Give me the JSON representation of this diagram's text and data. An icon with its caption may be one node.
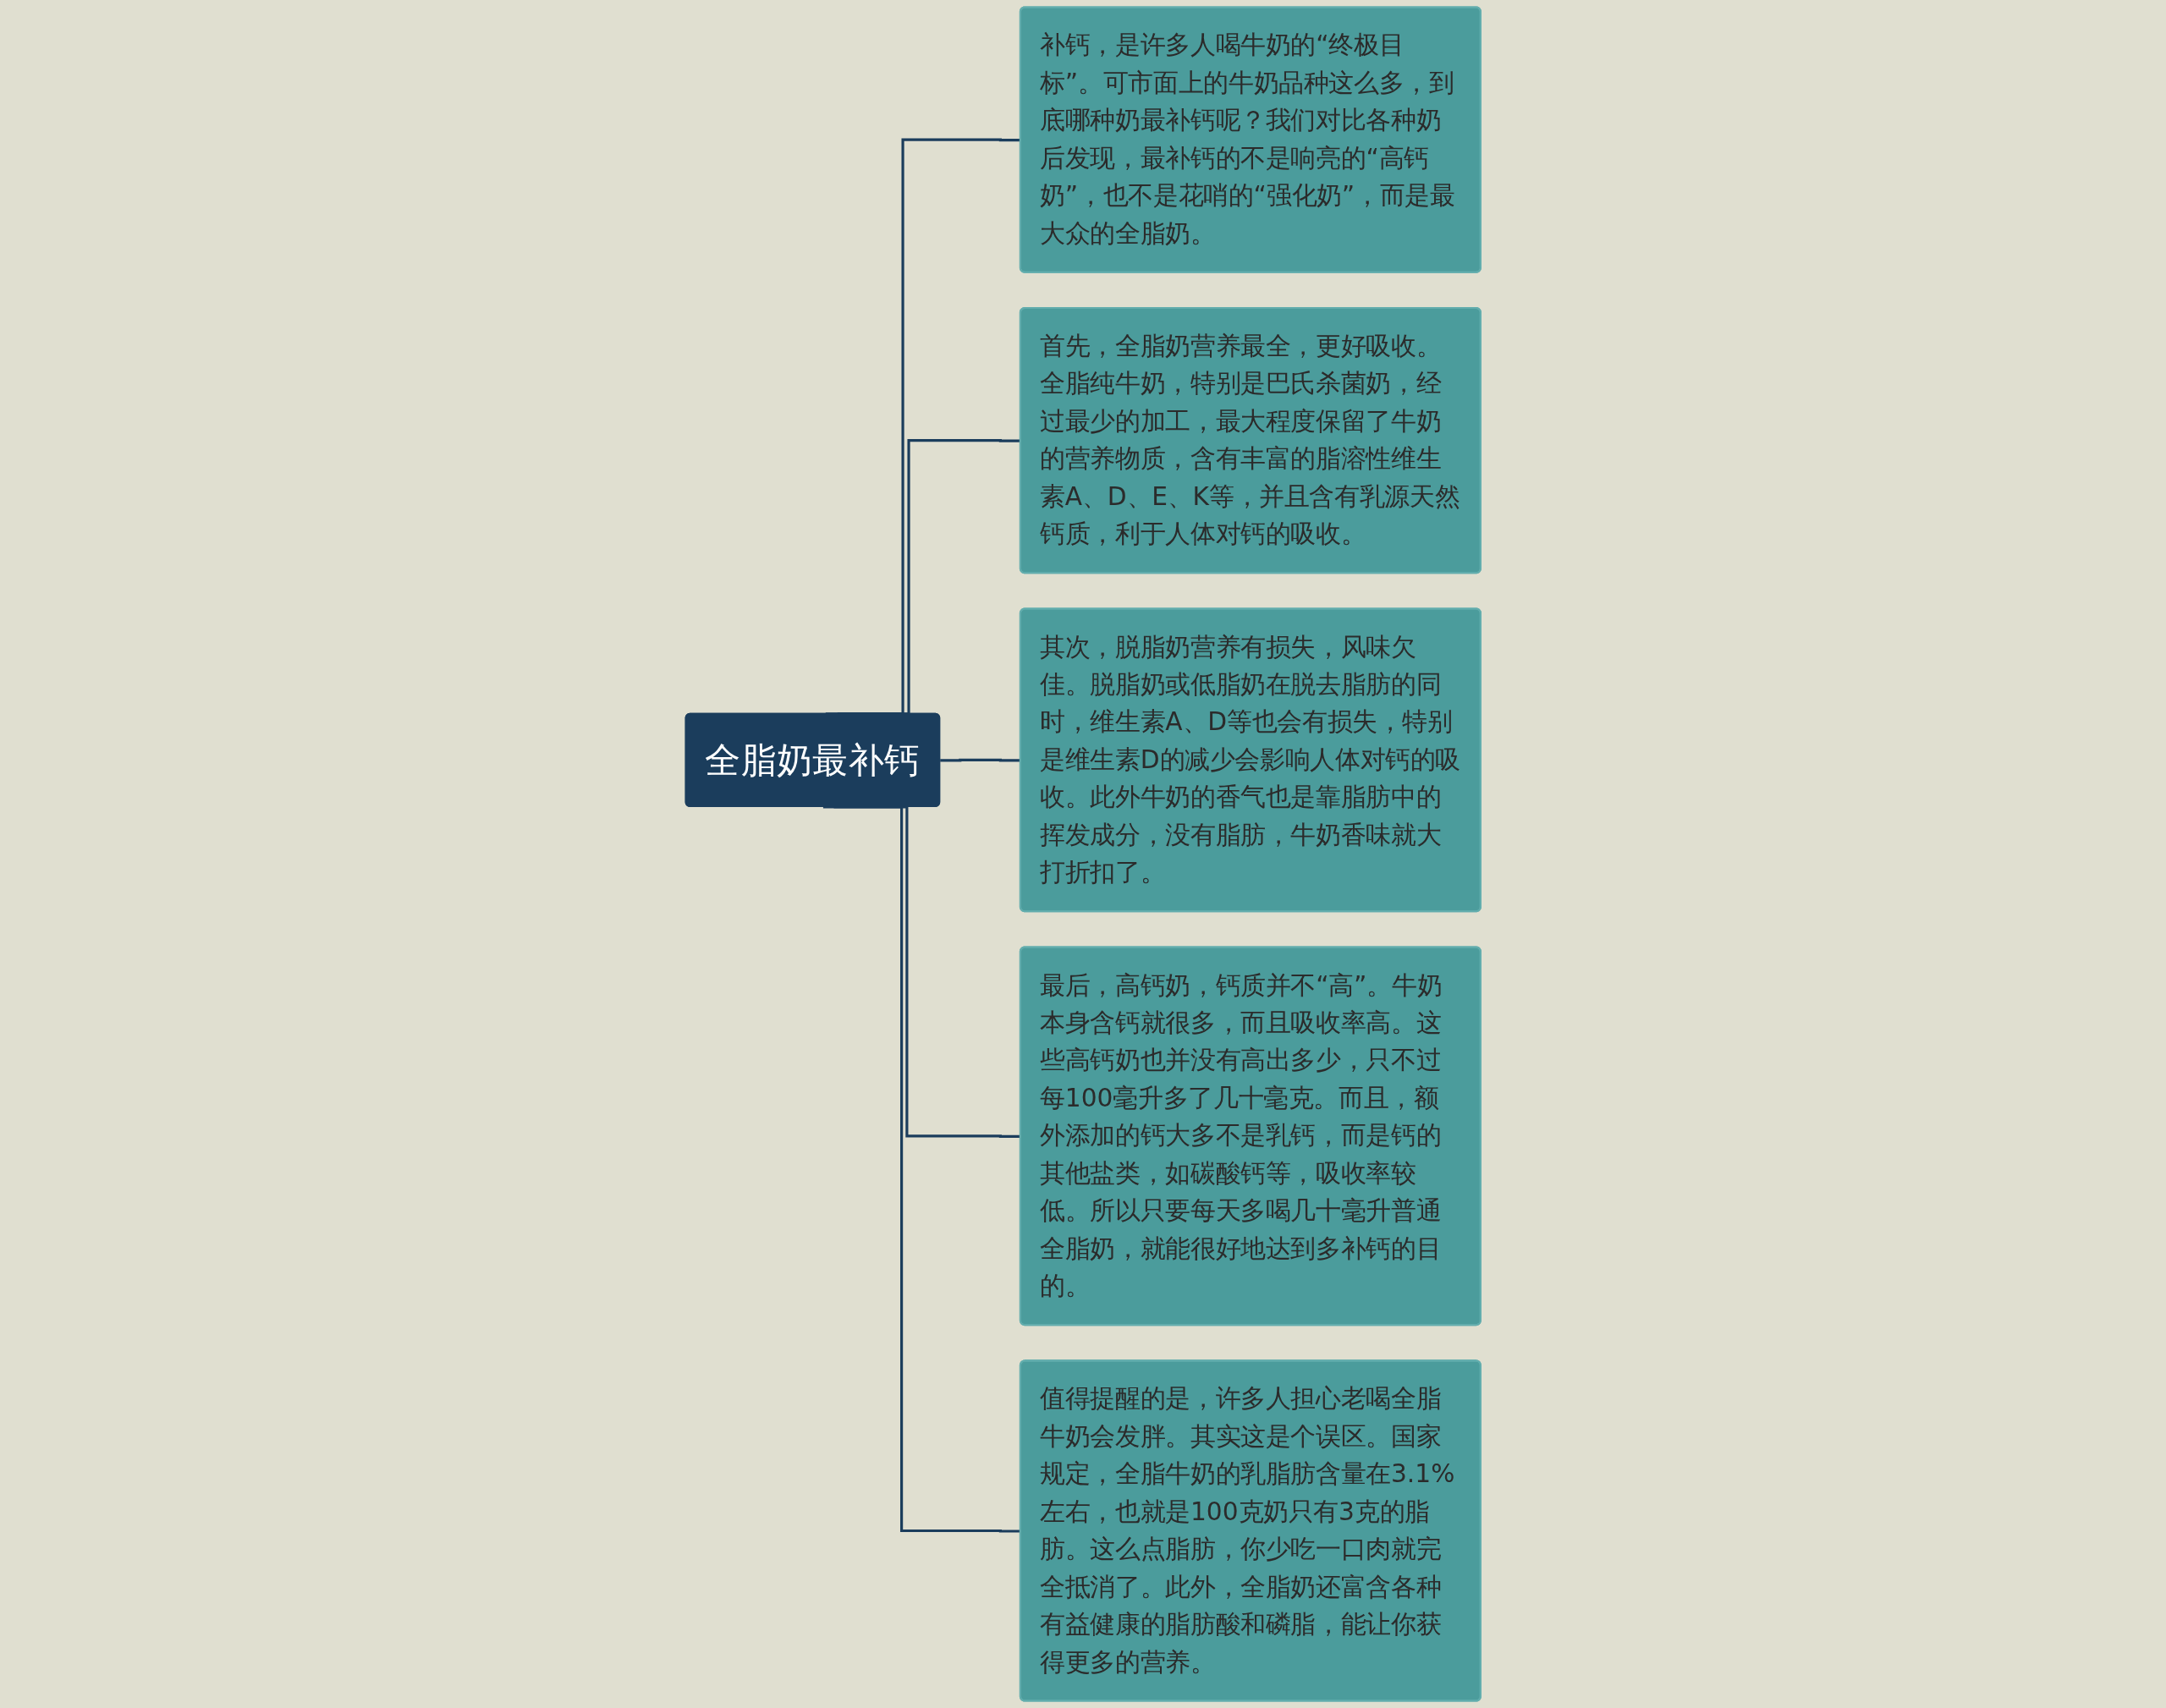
{
  "diagram": {
    "nodes": [
      {
        "text": [
          "全脂奶最补钙"
        ]
      },
      {
        "text": [
          "补钙，是许多人喝牛奶的“终极目标”。可市面上的牛奶品种这么多，到底哪种奶最补钙呢？我们对比各种奶后发现，最补钙的不是响亮的“高钙奶”，也不是花哨的“强化奶”，而是最大众的全脂奶。"
        ]
      },
      {
        "text": [
          "首先，全脂奶营养最全，更好吸收。全脂纯牛奶，特别是巴氏杀菌奶，经过最少的加工，最大程度保留了牛奶的营养物质，含有丰富的脂溶性维生素A、D、E、K等，并且含有乳源天然钙质，利于人体对钙的吸收。"
        ]
      },
      {
        "text": [
          "其次，脱脂奶营养有损失，风味欠佳。脱脂奶或低脂奶在脱去脂肪的同时，维生素A、D等也会有损失，特别是维生素D的减少会影响人体对钙的吸收。此外牛奶的香气也是靠脂肪中的挥发成分，没有脂肪，牛奶香味就大打折扣了。"
        ]
      },
      {
        "text": [
          "最后，高钙奶，钙质并不“高”。牛奶本身含钙就很多，而且吸收率高。这些高钙奶也并没有高出多少，只不过每100毫升多了几十毫克。而且，额外添加的钙大多不是乳钙，而是钙的其他盐类，如碳酸钙等，吸收率较低。所以只要每天多喝几十毫升普通全脂奶，就能很好地达到多补钙的目的。"
        ]
      },
      {
        "text": [
          "值得提醒的是，许多人担心老喝全脂牛奶会发胖。其实这是个误区。国家规定，全脂牛奶的乳脂肪含量在3.1%左右，也就是100克奶只有3克的脂肪。这么点脂肪，你少吃一口肉就完全抵消了。此外，全脂奶还富含各种有益健康的脂肪酸和磷脂，能让你获得更多的营养。"
        ]
      }
    ],
    "edges": [
      {
        "from": 0,
        "to": 1,
        "arrow": "none"
      },
      {
        "from": 0,
        "to": 2,
        "arrow": "none"
      },
      {
        "from": 0,
        "to": 3,
        "arrow": "none"
      },
      {
        "from": 0,
        "to": 4,
        "arrow": "none"
      },
      {
        "from": 0,
        "to": 5,
        "arrow": "none"
      }
    ]
  }
}
